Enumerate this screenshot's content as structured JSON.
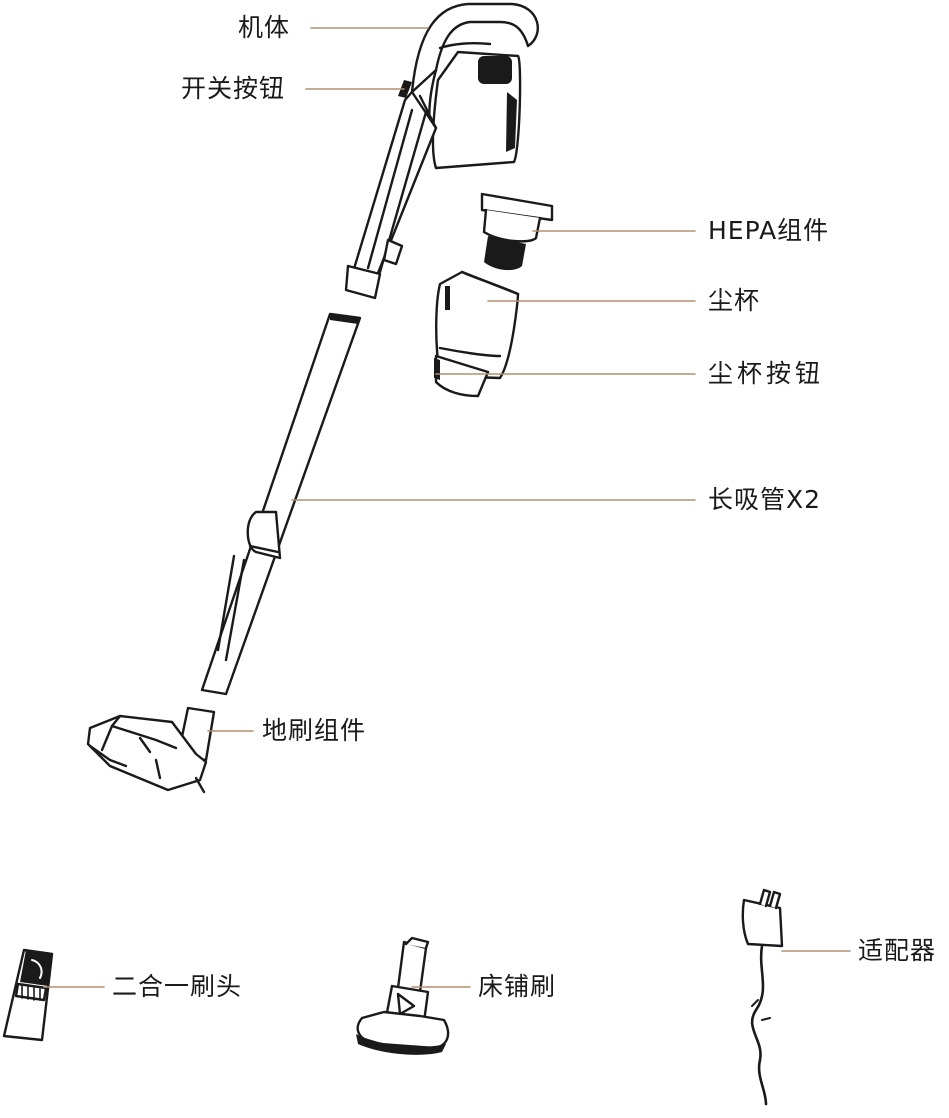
{
  "colors": {
    "leader_line": "#b08f6f",
    "outline": "#1a1a1a",
    "fill": "#ffffff",
    "text": "#1a1a1a"
  },
  "labels": {
    "body": "机体",
    "power_button": "开关按钮",
    "hepa": "HEPA组件",
    "dust_cup": "尘杯",
    "dust_cup_button": "尘杯按钮",
    "long_tube": "长吸管X2",
    "floor_brush": "地刷组件",
    "two_in_one_brush": "二合一刷头",
    "bed_brush": "床铺刷",
    "adapter": "适配器"
  }
}
